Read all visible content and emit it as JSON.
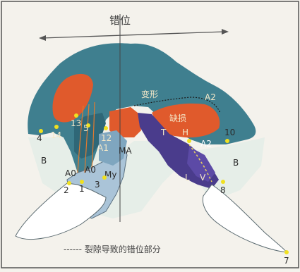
{
  "title": "错位",
  "deformation_label": "变形",
  "defect_label": "缺损",
  "legend_text": "------ 裂隙导致的错位部分",
  "region_labels": {
    "A2": "A2",
    "B_left": "B",
    "B_right": "B",
    "A1": "A1",
    "MA": "MA",
    "A0_left": "A0",
    "A0_right": "A0",
    "My": "My",
    "T": "T",
    "H": "H",
    "A2_small": "A2",
    "L": "L",
    "V": "V"
  },
  "points": [
    {
      "label": "1"
    },
    {
      "label": "2"
    },
    {
      "label": "3"
    },
    {
      "label": "4"
    },
    {
      "label": "5"
    },
    {
      "label": "7"
    },
    {
      "label": "8"
    },
    {
      "label": "10"
    },
    {
      "label": "12"
    },
    {
      "label": "13"
    },
    {
      "label": "14"
    }
  ],
  "colors": {
    "background": "#f4f2ec",
    "dome": "#3f7f8f",
    "lesion": "#e05a2c",
    "lower_blue": "#aac4d8",
    "purple": "#4a3c8c",
    "leaflet": "#ffffff",
    "point": "#f0e020",
    "frame": "#555555"
  }
}
